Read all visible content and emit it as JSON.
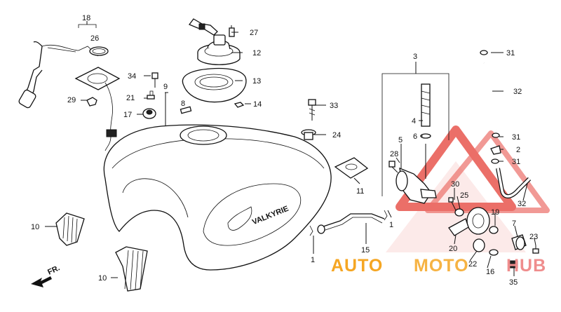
{
  "diagram": {
    "callouts": [
      "18",
      "26",
      "27",
      "12",
      "13",
      "34",
      "21",
      "9",
      "8",
      "14",
      "29",
      "17",
      "33",
      "24",
      "11",
      "3",
      "31",
      "32",
      "4",
      "6",
      "5",
      "28",
      "2",
      "31",
      "31",
      "30",
      "25",
      "19",
      "7",
      "23",
      "10",
      "10",
      "1",
      "15",
      "1",
      "20",
      "22",
      "16",
      "35",
      "32"
    ],
    "watermark": {
      "auto": "AUTO",
      "moto": "MOTO",
      "hub": "HUB",
      "colors": {
        "auto": "#f5a623",
        "moto": "#f5a623",
        "hub": "#ef8d8d"
      }
    },
    "front_marker": "FR.",
    "emblem_text": "VALKYRIE",
    "colors": {
      "line": "#111111",
      "logo_triangle": "#e8564e",
      "background": "#ffffff"
    }
  }
}
